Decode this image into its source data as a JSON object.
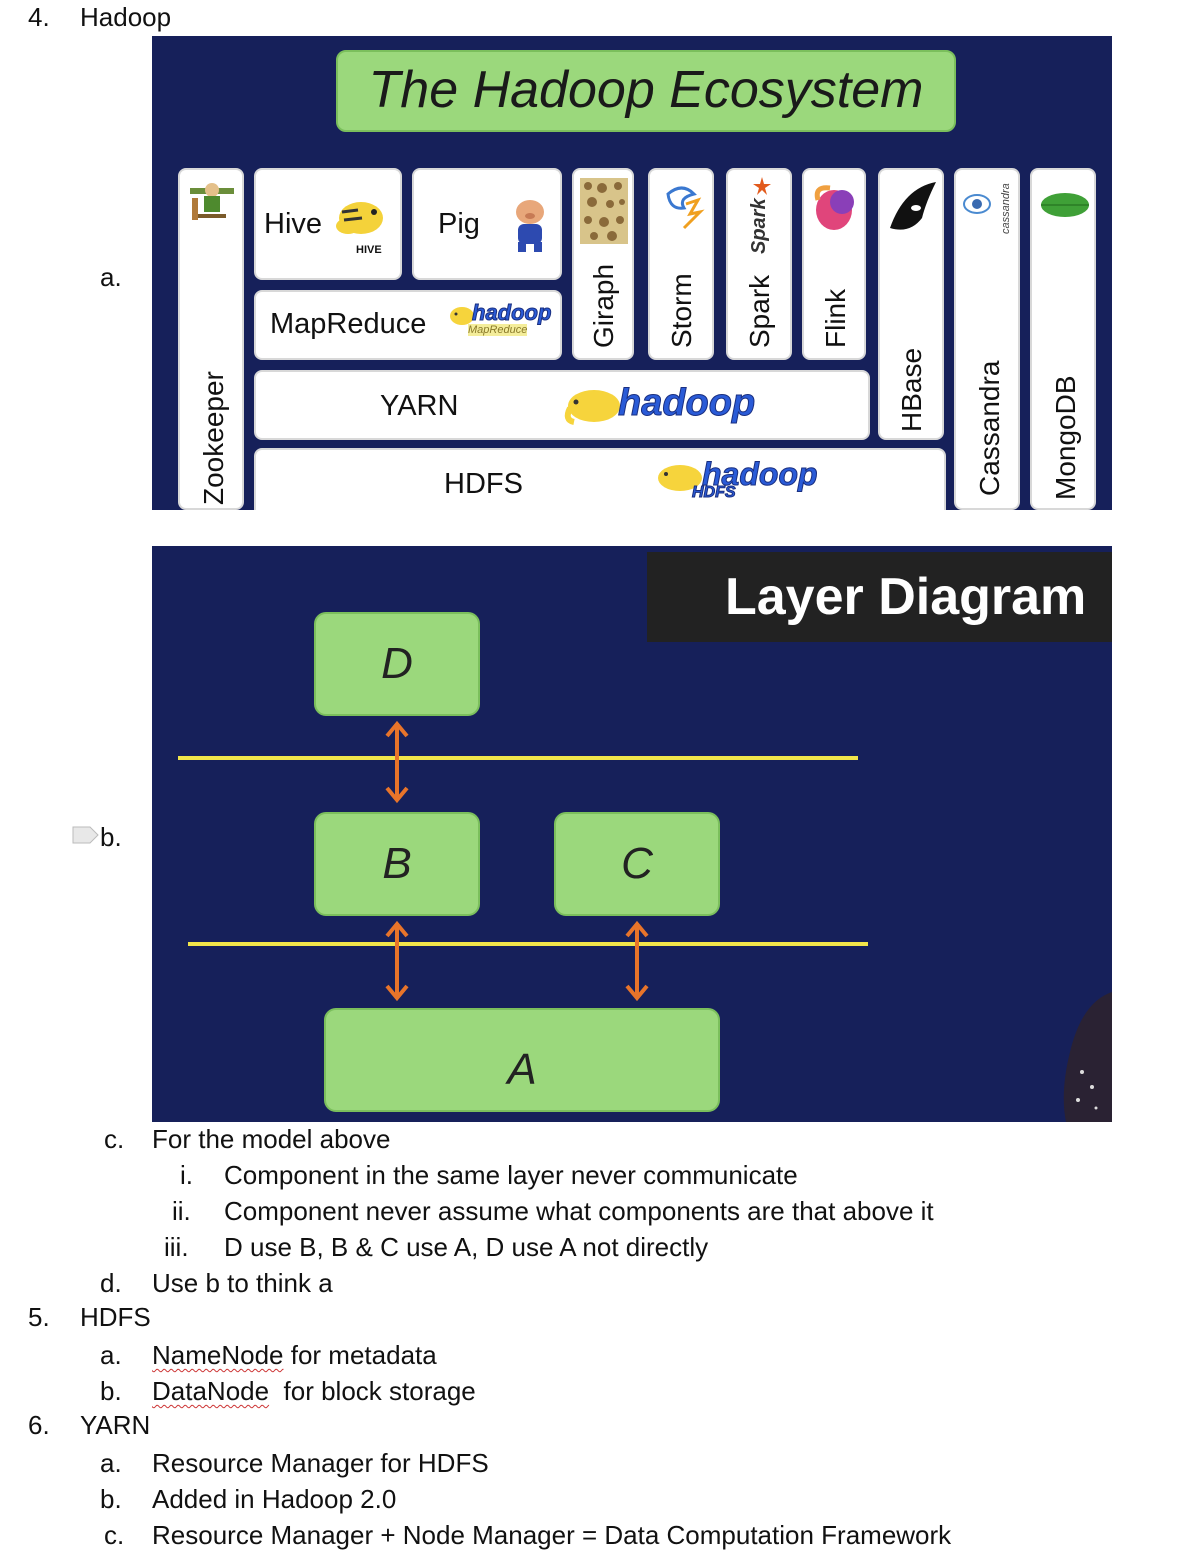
{
  "item4": {
    "num": "4.",
    "title": "Hadoop"
  },
  "item4a": {
    "num": "a."
  },
  "eco": {
    "title": "The Hadoop Ecosystem",
    "zookeeper": "Zookeeper",
    "hive": "Hive",
    "hive_logo": "HIVE",
    "pig": "Pig",
    "mapreduce": "MapReduce",
    "mr_logo": "hadoop",
    "mr_logo_sub": "MapReduce",
    "yarn": "YARN",
    "yarn_logo": "hadoop",
    "hdfs": "HDFS",
    "hdfs_logo": "hadoop",
    "hdfs_logo_sub": "HDFS",
    "giraph": "Giraph",
    "storm": "Storm",
    "spark": "Spark",
    "spark_logo": "Spark",
    "flink": "Flink",
    "hbase": "HBase",
    "cassandra": "Cassandra",
    "cassandra_logo": "cassandra",
    "mongodb": "MongoDB"
  },
  "item4b": {
    "num": "b."
  },
  "layer": {
    "title": "Layer Diagram",
    "d": "D",
    "b": "B",
    "c": "C",
    "a": "A"
  },
  "item4c": {
    "num": "c.",
    "text": "For the model above",
    "subs": [
      {
        "num": "i.",
        "text": "Component in the same layer never communicate"
      },
      {
        "num": "ii.",
        "text": "Component never assume what components are that above it"
      },
      {
        "num": "iii.",
        "text": "D use B, B & C use A, D use A not directly"
      }
    ]
  },
  "item4d": {
    "num": "d.",
    "text": "Use b to think a"
  },
  "item5": {
    "num": "5.",
    "title": "HDFS",
    "a_num": "a.",
    "a_word": "NameNode",
    "a_rest": " for metadata",
    "b_num": "b.",
    "b_word": "DataNode",
    "b_rest": "  for block storage"
  },
  "item6": {
    "num": "6.",
    "title": "YARN",
    "a_num": "a.",
    "a_text": "Resource Manager for HDFS",
    "b_num": "b.",
    "b_text": "Added in Hadoop 2.0",
    "c_num": "c.",
    "c_text": "Resource Manager + Node Manager = Data Computation Framework"
  }
}
